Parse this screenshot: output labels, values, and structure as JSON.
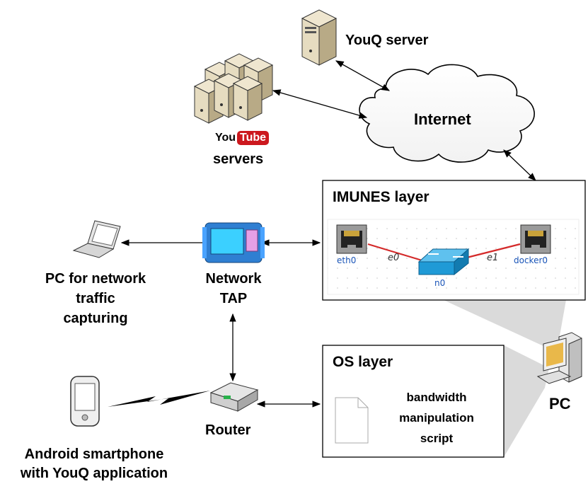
{
  "nodes": {
    "youq_server": "YouQ server",
    "youtube_you": "You",
    "youtube_tube": "Tube",
    "youtube_servers": "servers",
    "internet": "Internet",
    "imunes_layer": "IMUNES layer",
    "os_layer": "OS layer",
    "script_label": [
      "bandwidth",
      "manipulation",
      "script"
    ],
    "pc": "PC",
    "network_tap": [
      "Network",
      "TAP"
    ],
    "pc_capture": [
      "PC for network",
      "traffic",
      "capturing"
    ],
    "router": "Router",
    "android": [
      "Android smartphone",
      "with YouQ application"
    ]
  },
  "imunes": {
    "eth0": "eth0",
    "e0": "e0",
    "n0": "n0",
    "e1": "e1",
    "docker0": "docker0"
  },
  "colors": {
    "link_red": "#d42a2a",
    "switch_blue": "#1f9ad6",
    "imunes_label_blue": "#1a55b8",
    "youtube_red": "#cc181e",
    "server_beige": "#ddd2b6",
    "shadow_gray": "#d0d0d0"
  }
}
